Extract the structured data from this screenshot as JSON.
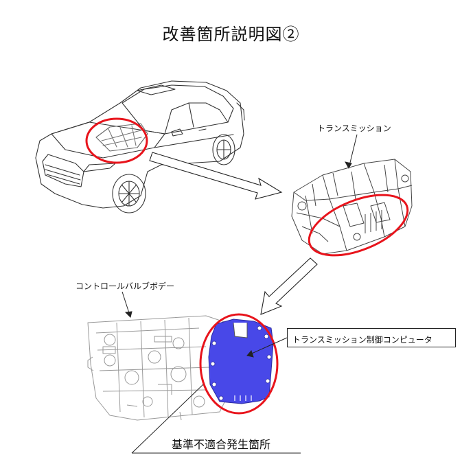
{
  "title": "改善箇所説明図②",
  "labels": {
    "transmission": "トランスミッション",
    "control_valve_body": "コントロールバルブボデー",
    "tcm": "トランスミッション制御コンピュータ",
    "defect_site": "基準不適合発生箇所"
  },
  "colors": {
    "highlight_ring": "#e8141c",
    "tcm_fill": "#4848e8",
    "line_art": "#444444"
  },
  "icons": {
    "vehicle": "suv-line-art",
    "transmission": "transmission-line-art",
    "valve_body": "valve-body-line-art",
    "arrows": "hollow-arrow-icon"
  }
}
